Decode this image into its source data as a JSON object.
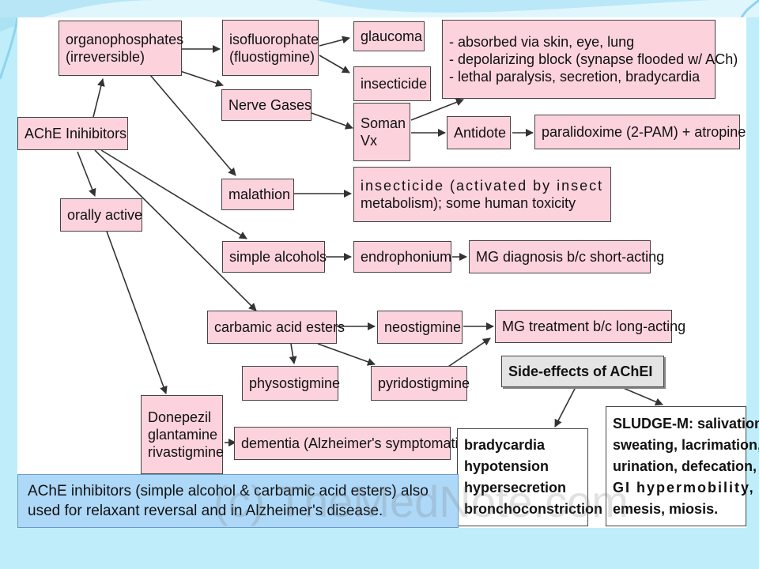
{
  "nodes": {
    "organophosphates": [
      "organophosphates",
      "(irreversible)"
    ],
    "isofluorophate": [
      "isofluorophate",
      "(fluostigmine)"
    ],
    "glaucoma": [
      "glaucoma"
    ],
    "insecticide": [
      "insecticide"
    ],
    "nerve_gases": [
      "Nerve Gases"
    ],
    "soman_vx": [
      "Soman",
      "Vx"
    ],
    "antidote": [
      "Antidote"
    ],
    "paralidoxime": [
      "paralidoxime (2-PAM) + atropine"
    ],
    "effects": [
      "- absorbed via skin, eye, lung",
      "- depolarizing block (synapse flooded w/ ACh)",
      "- lethal paralysis, secretion, bradycardia"
    ],
    "ache_inhibitors": [
      "AChE Inihibitors"
    ],
    "malathion": [
      "malathion"
    ],
    "insecticide_activated": [
      "insecticide (activated by insect",
      "metabolism); some human toxicity"
    ],
    "orally_active": [
      "orally active"
    ],
    "simple_alcohols": [
      "simple alcohols"
    ],
    "endrophonium": [
      "endrophonium"
    ],
    "mg_diagnosis": [
      "MG diagnosis b/c short-acting"
    ],
    "carbamic_acid_esters": [
      "carbamic acid esters"
    ],
    "neostigmine": [
      "neostigmine"
    ],
    "mg_treatment": [
      "MG treatment b/c long-acting"
    ],
    "physostigmine": [
      "physostigmine"
    ],
    "pyridostigmine": [
      "pyridostigmine"
    ],
    "side_effects": [
      "Side-effects of AChEI"
    ],
    "donepezil": [
      "Donepezil",
      "glantamine",
      "rivastigmine"
    ],
    "dementia": [
      "dementia (Alzheimer's symptomatic)"
    ],
    "cardio": [
      "bradycardia",
      "hypotension",
      "hypersecretion",
      "bronchoconstriction"
    ],
    "sludge": [
      "SLUDGE-M:  salivation/",
      "sweating,  lacrimation,",
      "urination,  defecation,",
      "GI  hypermobility,",
      "emesis, miosis."
    ]
  },
  "note": [
    "AChE inhibitors (simple alcohol & carbamic acid esters) also",
    "used for relaxant reversal and in Alzheimer's disease."
  ],
  "watermark": "(c) TheMedNote.com",
  "colors": {
    "box_fill": "#fcd3dd",
    "note_fill": "#aed8f8",
    "background": "#bfeefa"
  }
}
